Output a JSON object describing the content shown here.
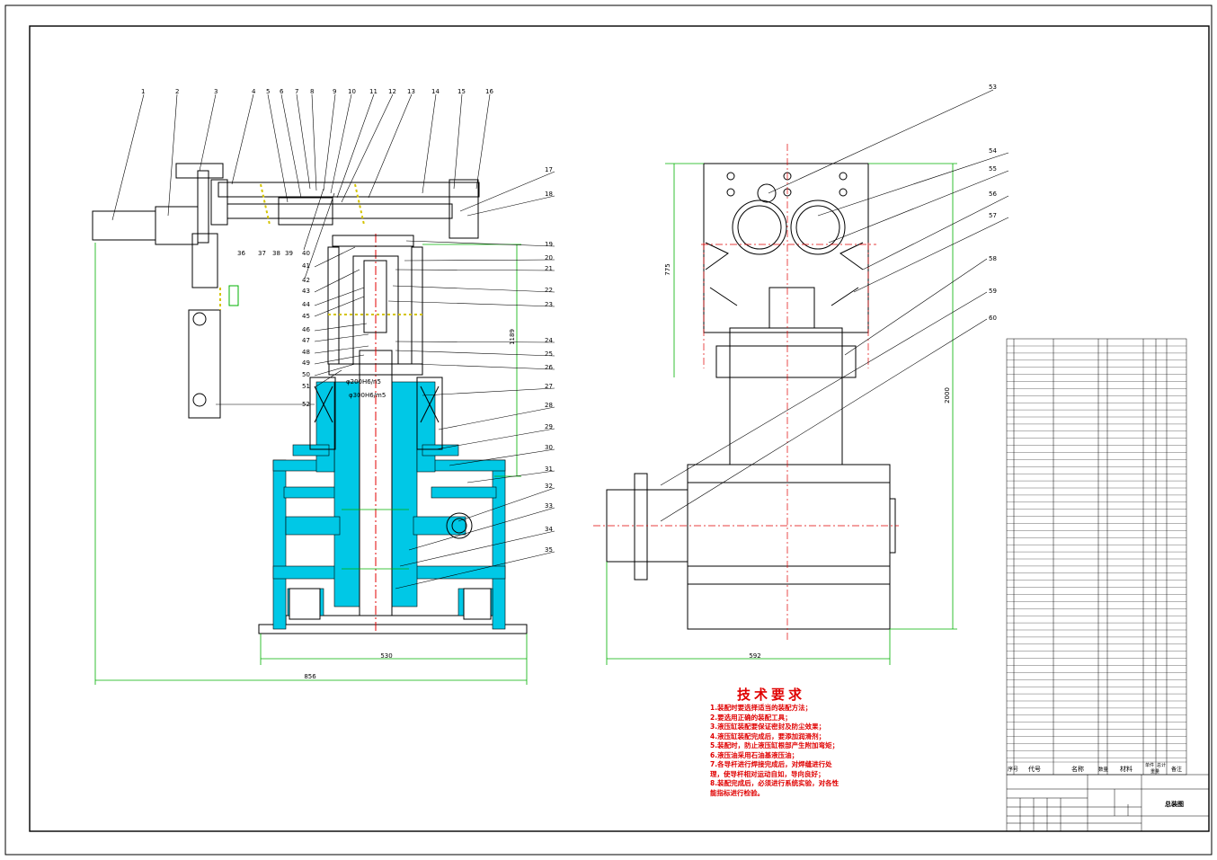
{
  "balloons_left_top": [
    "1",
    "2",
    "3",
    "4",
    "5",
    "6",
    "7",
    "8",
    "9",
    "10",
    "11",
    "12",
    "13",
    "14",
    "15",
    "16"
  ],
  "balloons_left_bottom": [
    "36",
    "37",
    "38",
    "39",
    "40"
  ],
  "balloons_right_col": [
    "17",
    "18",
    "19",
    "20",
    "21",
    "22",
    "23",
    "24",
    "25",
    "26",
    "27",
    "28",
    "29",
    "30",
    "31",
    "32",
    "33",
    "34",
    "35"
  ],
  "balloons_left_col": [
    "41",
    "42",
    "43",
    "44",
    "45",
    "46",
    "47",
    "48",
    "49",
    "50",
    "51",
    "52"
  ],
  "balloons_side_view": [
    "53",
    "54",
    "55",
    "56",
    "57",
    "58",
    "59",
    "60"
  ],
  "dimensions": {
    "width_530": "530",
    "width_856": "856",
    "height_1189": "1189",
    "height_775": "775",
    "height_2000": "2000",
    "width_592": "592"
  },
  "fits": [
    "φ200H6/n5",
    "φ300H6/m5"
  ],
  "technical_requirements": {
    "title": "技术要求",
    "items": [
      "1.装配时要选择适当的装配方法；",
      "2.要选用正确的装配工具；",
      "3.液压缸装配要保证密封及防尘效果；",
      "4.液压缸装配完成后，要添加润滑剂；",
      "5.装配时，防止液压缸根部产生附加弯矩；",
      "6.液压油采用石油基液压油；",
      "7.各导杆进行焊接完成后，对焊缝进行处",
      "  理，使导杆相对运动自如，导向良好；",
      "8.装配完成后，必须进行系统实验，对各性",
      "  能指标进行检验。"
    ]
  },
  "bom_header": {
    "seq": "序号",
    "code": "代号",
    "name": "名称",
    "qty": "数量",
    "material": "材料",
    "unit_weight": "单件",
    "total_weight": "总计",
    "weight": "重量",
    "remark": "备注"
  },
  "title_block": {
    "drawing_name": "总装图"
  },
  "colors": {
    "line": "#000000",
    "section": "#00c8e6",
    "dimension": "#00b000",
    "centerline": "#e00000",
    "dash_yellow": "#d4c400",
    "text_red": "#e00000"
  }
}
